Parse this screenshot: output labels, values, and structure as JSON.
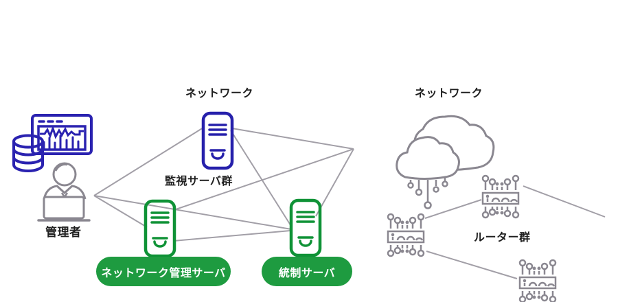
{
  "diagram": {
    "type": "network-architecture-diagram",
    "labels": {
      "admin": "管理者",
      "network_mid": "ネットワーク",
      "monitoring_servers": "監視サーバ群",
      "network_mgmt_server": "ネットワーク管理サーバ",
      "control_server": "統制サーバ",
      "network_right": "ネットワーク",
      "routers": "ルーター群"
    },
    "colors": {
      "blue_icon": "#2620ab",
      "green_icon": "#0f9236",
      "pill_background": "#1e9b40",
      "pill_text": "#ffffff",
      "connector_gray": "#a29fa7",
      "icon_gray": "#8a8790",
      "label_text": "#1f1f1f"
    },
    "nodes": [
      {
        "id": "admin",
        "label": "管理者",
        "icons": [
          "dashboard-monitor-icon",
          "database-icon",
          "person-laptop-icon"
        ]
      },
      {
        "id": "monitoring-server-group",
        "label": "監視サーバ群",
        "icon": "server-icon",
        "color": "blue"
      },
      {
        "id": "network-mgmt-server",
        "label": "ネットワーク管理サーバ",
        "icon": "server-icon",
        "color": "green"
      },
      {
        "id": "control-server",
        "label": "統制サーバ",
        "icon": "server-icon",
        "color": "green"
      },
      {
        "id": "cloud-network",
        "label": "ネットワーク",
        "icon": "cloud-circuit-icon"
      },
      {
        "id": "router-group",
        "label": "ルーター群",
        "icon": "router-icon",
        "count": 3
      }
    ],
    "edges": [
      {
        "from": "admin",
        "to": "monitoring-server-group"
      },
      {
        "from": "admin",
        "to": "network-mgmt-server"
      },
      {
        "from": "admin",
        "to": "control-server"
      },
      {
        "from": "monitoring-server-group",
        "to": "right-network-junction"
      },
      {
        "from": "monitoring-server-group",
        "to": "control-server"
      },
      {
        "from": "network-mgmt-server",
        "to": "right-network-junction"
      },
      {
        "from": "network-mgmt-server",
        "to": "control-server"
      },
      {
        "from": "control-server",
        "to": "right-network-junction"
      },
      {
        "from": "router-2",
        "to": "router-1"
      },
      {
        "from": "router-1",
        "to": "offscreen-right"
      },
      {
        "from": "router-2",
        "to": "router-3"
      }
    ]
  }
}
